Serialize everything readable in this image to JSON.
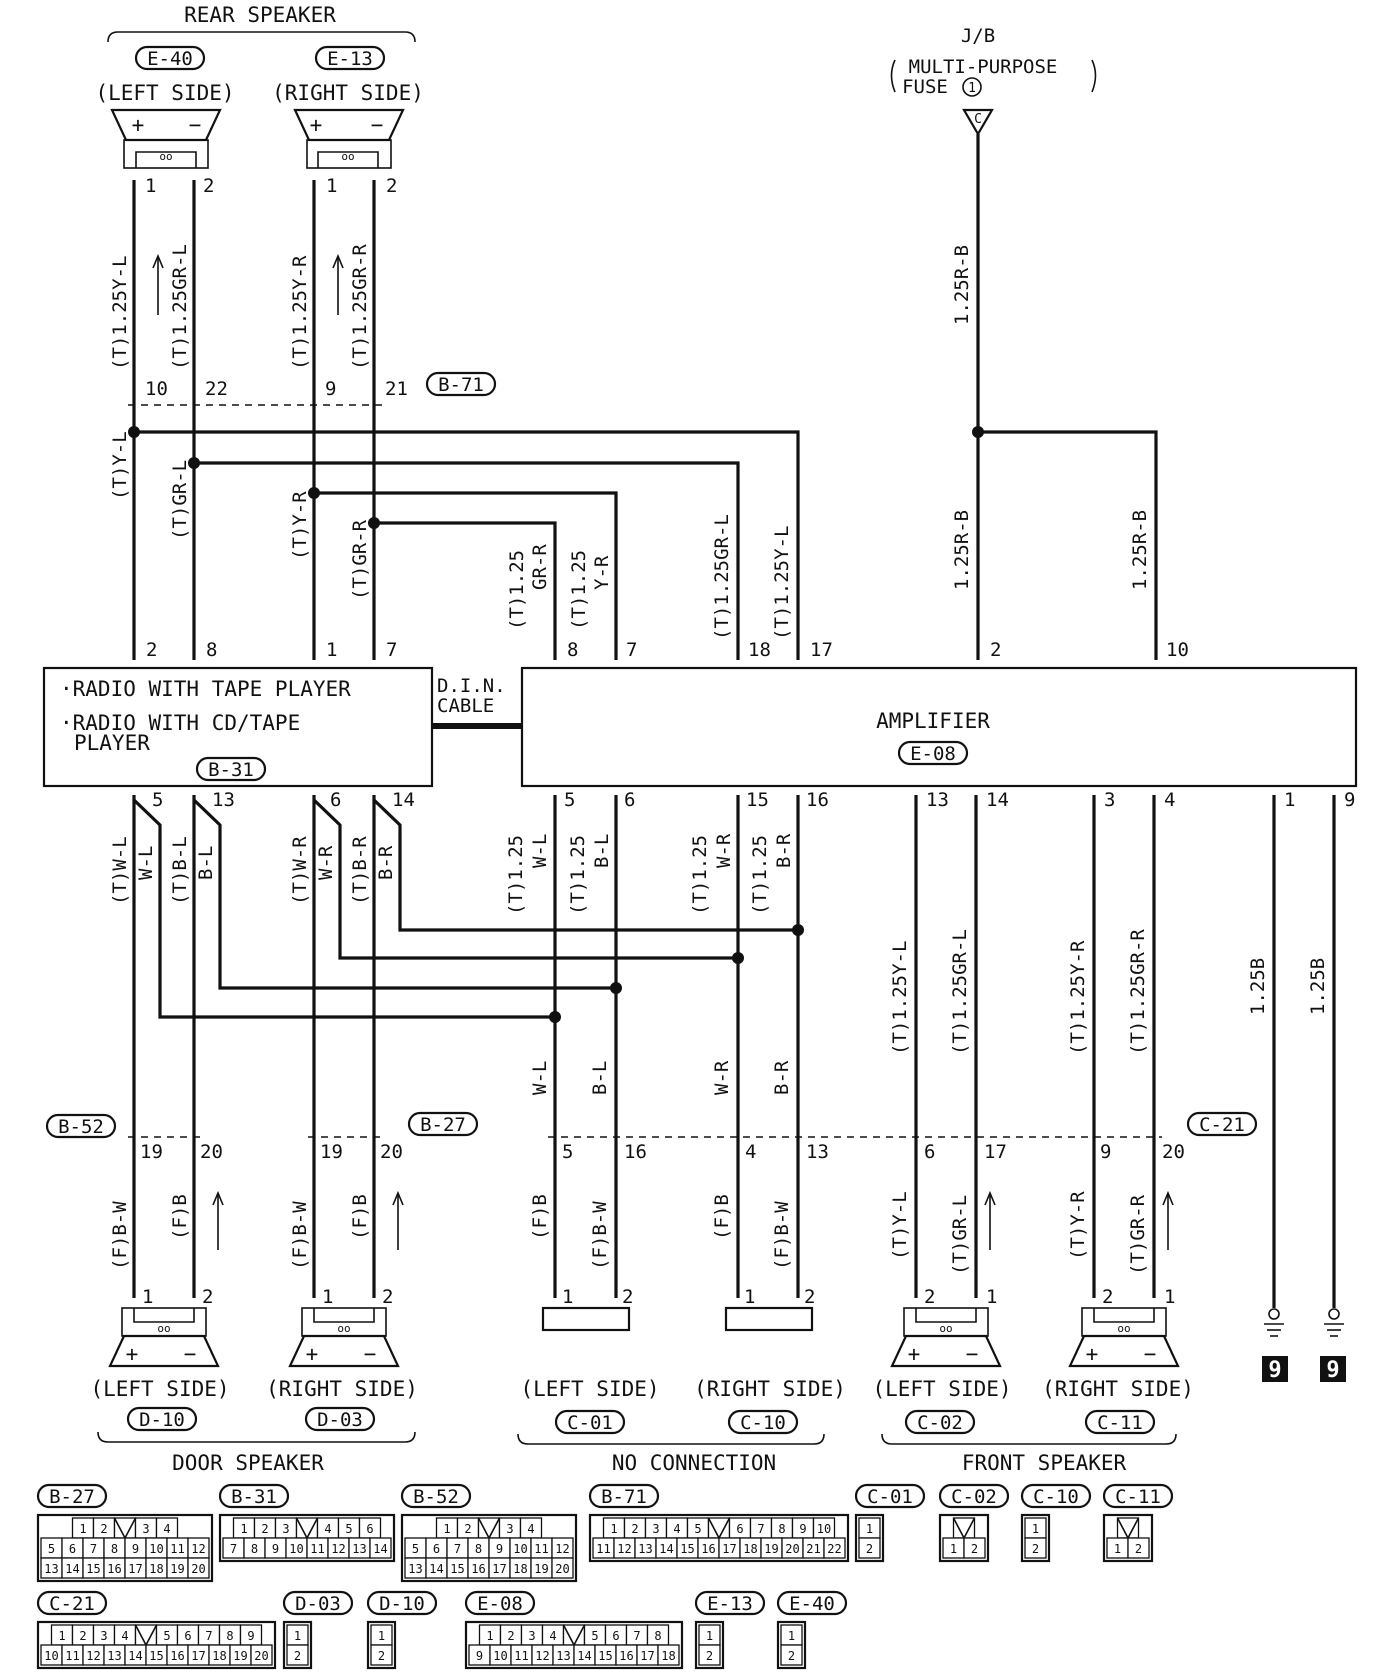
{
  "headers": {
    "rear_speaker": "REAR SPEAKER",
    "jb_line1": "J/B",
    "jb_line2": "MULTI-PURPOSE",
    "jb_line3": "FUSE",
    "jb_fuse_num": "1",
    "jb_pin": "C",
    "door_speaker": "DOOR SPEAKER",
    "no_connection": "NO CONNECTION",
    "front_speaker": "FRONT SPEAKER"
  },
  "speakers_top": [
    {
      "code": "E-40",
      "side": "(LEFT SIDE)",
      "pin1": "1",
      "pin2": "2",
      "wire1": "(T)1.25Y-L",
      "wire2": "(T)1.25GR-L"
    },
    {
      "code": "E-13",
      "side": "(RIGHT SIDE)",
      "pin1": "1",
      "pin2": "2",
      "wire1": "(T)1.25Y-R",
      "wire2": "(T)1.25GR-R"
    }
  ],
  "b71": {
    "code": "B-71",
    "pins": [
      "10",
      "22",
      "9",
      "21"
    ]
  },
  "upper_wires": {
    "left": [
      "(T)Y-L",
      "(T)GR-L",
      "(T)Y-R",
      "(T)GR-R"
    ],
    "mid_a": "(T)1.25",
    "mid_a2": "GR-R",
    "mid_b": "(T)1.25",
    "mid_b2": "Y-R",
    "mid_c": "(T)1.25GR-L",
    "mid_d": "(T)1.25Y-L",
    "fuse_wire_top": "1.25R-B",
    "fuse_wire_left": "1.25R-B",
    "fuse_wire_right": "1.25R-B"
  },
  "radio": {
    "line1": "·RADIO WITH TAPE PLAYER",
    "line2": "·RADIO WITH CD/TAPE",
    "line3": "PLAYER",
    "code": "B-31",
    "top_pins": [
      "2",
      "8",
      "1",
      "7"
    ],
    "bottom_pins": [
      "5",
      "13",
      "6",
      "14"
    ]
  },
  "din": {
    "line1": "D.I.N.",
    "line2": "CABLE"
  },
  "amplifier": {
    "name": "AMPLIFIER",
    "code": "E-08",
    "top_pins": [
      "8",
      "7",
      "18",
      "17",
      "2",
      "10"
    ],
    "bottom_pins": [
      "5",
      "6",
      "15",
      "16",
      "13",
      "14",
      "3",
      "4",
      "1",
      "9"
    ]
  },
  "lower_wires": {
    "radio_out": [
      "(T)W-L",
      "W-L",
      "(T)B-L",
      "B-L",
      "(T)W-R",
      "W-R",
      "(T)B-R",
      "B-R"
    ],
    "amp_in_a": [
      "(T)1.25",
      "W-L"
    ],
    "amp_in_b": [
      "(T)1.25",
      "B-L"
    ],
    "amp_in_c": [
      "(T)1.25",
      "W-R"
    ],
    "amp_in_d": [
      "(T)1.25",
      "B-R"
    ],
    "mid_labels": [
      "W-L",
      "B-L",
      "W-R",
      "B-R"
    ],
    "front_wires": [
      "(T)1.25Y-L",
      "(T)1.25GR-L",
      "(T)1.25Y-R",
      "(T)1.25GR-R"
    ],
    "ground_wires": [
      "1.25B",
      "1.25B"
    ]
  },
  "lower_connectors": {
    "b52": {
      "code": "B-52",
      "pins": [
        "19",
        "20"
      ]
    },
    "b27": {
      "code": "B-27",
      "pins": [
        "19",
        "20"
      ]
    },
    "c21": {
      "code": "C-21",
      "pins": [
        "5",
        "16",
        "4",
        "13",
        "6",
        "17",
        "9",
        "20"
      ]
    }
  },
  "bottom_wires": [
    "(F)B-W",
    "(F)B",
    "(F)B-W",
    "(F)B",
    "(F)B",
    "(F)B-W",
    "(F)B",
    "(F)B-W",
    "(T)Y-L",
    "(T)GR-L",
    "(T)Y-R",
    "(T)GR-R"
  ],
  "bottom_devices": [
    {
      "side": "(LEFT SIDE)",
      "code": "D-10",
      "pin1": "1",
      "pin2": "2"
    },
    {
      "side": "(RIGHT SIDE)",
      "code": "D-03",
      "pin1": "1",
      "pin2": "2"
    },
    {
      "side": "(LEFT SIDE)",
      "code": "C-01",
      "pin1": "1",
      "pin2": "2"
    },
    {
      "side": "(RIGHT SIDE)",
      "code": "C-10",
      "pin1": "1",
      "pin2": "2"
    },
    {
      "side": "(LEFT SIDE)",
      "code": "C-02",
      "pin1": "2",
      "pin2": "1"
    },
    {
      "side": "(RIGHT SIDE)",
      "code": "C-11",
      "pin1": "2",
      "pin2": "1"
    }
  ],
  "ground_symbol": "9",
  "legend_row1": [
    {
      "code": "B-27",
      "rows": [
        [
          "1",
          "2",
          "",
          "3",
          "4"
        ],
        [
          "5",
          "6",
          "7",
          "8",
          "9",
          "10",
          "11",
          "12"
        ],
        [
          "13",
          "14",
          "15",
          "16",
          "17",
          "18",
          "19",
          "20"
        ]
      ]
    },
    {
      "code": "B-31",
      "rows": [
        [
          "1",
          "2",
          "3",
          "",
          "4",
          "5",
          "6"
        ],
        [
          "7",
          "8",
          "9",
          "10",
          "11",
          "12",
          "13",
          "14"
        ]
      ]
    },
    {
      "code": "B-52",
      "rows": [
        [
          "1",
          "2",
          "",
          "3",
          "4"
        ],
        [
          "5",
          "6",
          "7",
          "8",
          "9",
          "10",
          "11",
          "12"
        ],
        [
          "13",
          "14",
          "15",
          "16",
          "17",
          "18",
          "19",
          "20"
        ]
      ]
    },
    {
      "code": "B-71",
      "rows": [
        [
          "1",
          "2",
          "3",
          "4",
          "5",
          "",
          "6",
          "7",
          "8",
          "9",
          "10"
        ],
        [
          "11",
          "12",
          "13",
          "14",
          "15",
          "16",
          "17",
          "18",
          "19",
          "20",
          "21",
          "22"
        ]
      ]
    },
    {
      "code": "C-01",
      "rows": [
        [
          "1"
        ],
        [
          "2"
        ]
      ]
    },
    {
      "code": "C-02",
      "rows": [
        [
          ""
        ],
        [
          "1",
          "2"
        ]
      ]
    },
    {
      "code": "C-10",
      "rows": [
        [
          "1"
        ],
        [
          "2"
        ]
      ]
    },
    {
      "code": "C-11",
      "rows": [
        [
          ""
        ],
        [
          "1",
          "2"
        ]
      ]
    }
  ],
  "legend_row2": [
    {
      "code": "C-21",
      "rows": [
        [
          "1",
          "2",
          "3",
          "4",
          "",
          "5",
          "6",
          "7",
          "8",
          "9"
        ],
        [
          "10",
          "11",
          "12",
          "13",
          "14",
          "15",
          "16",
          "17",
          "18",
          "19",
          "20"
        ]
      ]
    },
    {
      "code": "D-03",
      "rows": [
        [
          "1"
        ],
        [
          "2"
        ]
      ]
    },
    {
      "code": "D-10",
      "rows": [
        [
          "1"
        ],
        [
          "2"
        ]
      ]
    },
    {
      "code": "E-08",
      "rows": [
        [
          "1",
          "2",
          "3",
          "4",
          "",
          "5",
          "6",
          "7",
          "8"
        ],
        [
          "9",
          "10",
          "11",
          "12",
          "13",
          "14",
          "15",
          "16",
          "17",
          "18"
        ]
      ]
    },
    {
      "code": "E-13",
      "rows": [
        [
          "1"
        ],
        [
          "2"
        ]
      ]
    },
    {
      "code": "E-40",
      "rows": [
        [
          "1"
        ],
        [
          "2"
        ]
      ]
    }
  ]
}
